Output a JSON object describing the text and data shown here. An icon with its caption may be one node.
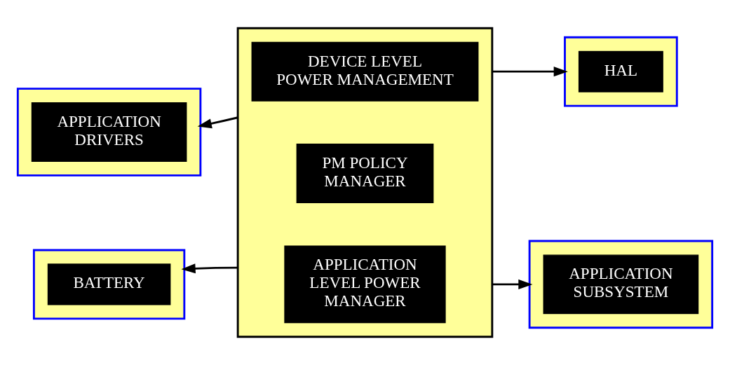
{
  "diagram": {
    "nodes": [
      {
        "text": [],
        "shape": "box"
      },
      {
        "text": [
          "APPLICATION DRIVERS"
        ],
        "in": 0
      },
      {
        "text": [],
        "shape": "box"
      },
      {
        "text": [
          "DEVICE LEVEL POWER MANAGEMENT"
        ],
        "in": 2
      },
      {
        "text": [
          "PM POLICY MANAGER"
        ],
        "in": 2
      },
      {
        "text": [
          "APPLICATION LEVEL POWER MANAGER"
        ],
        "in": 2
      },
      {
        "text": [],
        "shape": "box"
      },
      {
        "text": [
          "HAL"
        ],
        "in": 6
      },
      {
        "text": [],
        "shape": "box"
      },
      {
        "text": [
          "BATTERY"
        ],
        "in": 8
      },
      {
        "text": [],
        "shape": "box"
      },
      {
        "text": [
          "APPLICATION SUBSYSTEM"
        ],
        "in": 10
      }
    ],
    "edges": [
      {
        "from": 2,
        "to": 0,
        "arrow": "to"
      },
      {
        "from": 2,
        "to": 6,
        "arrow": "to"
      },
      {
        "from": 2,
        "to": 8,
        "arrow": "to"
      },
      {
        "from": 2,
        "to": 10,
        "arrow": "to"
      }
    ]
  }
}
